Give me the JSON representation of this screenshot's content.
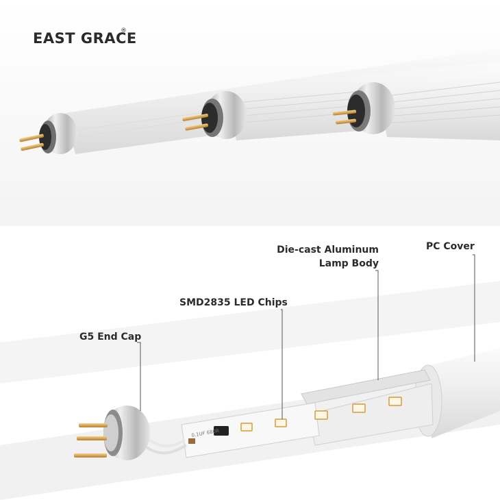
{
  "brand": {
    "name": "EAST GRACE",
    "mark": "®"
  },
  "callouts": {
    "g5_end_cap": "G5 End Cap",
    "led_chips": "SMD2835 LED Chips",
    "body_line1": "Die-cast Aluminum",
    "body_line2": "Lamp Body",
    "pc_cover": "PC Cover"
  },
  "pcb_print": "0.1UF 680R",
  "colors": {
    "background": "#ffffff",
    "tube": "#f2f2f2",
    "pcb": "#fafafa",
    "led": "#f2a84a",
    "pin": "#c9963f",
    "leader": "#555555"
  }
}
